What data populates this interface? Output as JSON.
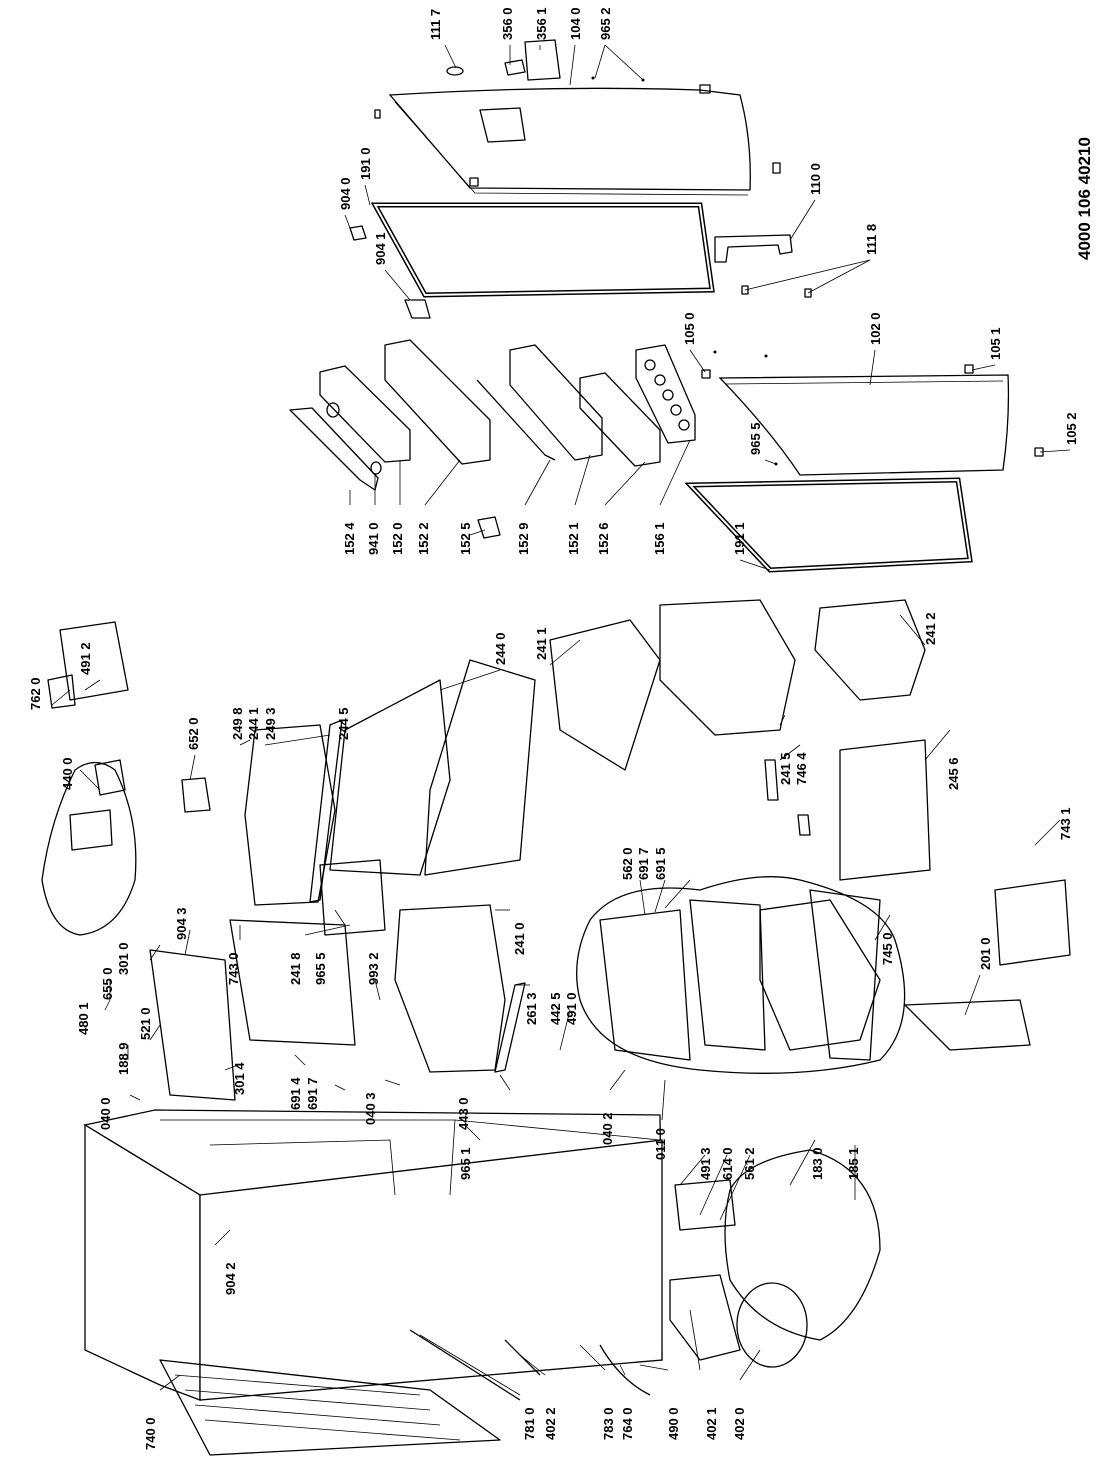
{
  "document_id": "4000 106 40210",
  "labels": {
    "l1117": "111 7",
    "l3560": "356 0",
    "l3561": "356 1",
    "l1040": "104 0",
    "l9652": "965 2",
    "l1910": "191 0",
    "l9040": "904 0",
    "l9041": "904 1",
    "l1100": "110 0",
    "l1118": "111 8",
    "l1050": "105 0",
    "l1020": "102 0",
    "l1051": "105 1",
    "l1052": "105 2",
    "l9655a": "965 5",
    "l1524": "152 4",
    "l9410": "941 0",
    "l1520": "152 0",
    "l1522": "152 2",
    "l1525": "152 5",
    "l1529": "152 9",
    "l1521": "152 1",
    "l1526": "152 6",
    "l1561": "156 1",
    "l1911": "191 1",
    "l7620": "762 0",
    "l4912": "491 2",
    "l6520": "652 0",
    "l2498": "249 8",
    "l2441": "244 1",
    "l2493": "249 3",
    "l2445": "244 5",
    "l2440": "244 0",
    "l2411": "241 1",
    "l2412": "241 2",
    "l2415": "241 5",
    "l7464": "746 4",
    "l2456": "245 6",
    "l4400": "440 0",
    "l7431": "743 1",
    "l5620": "562 0",
    "l6917a": "691 7",
    "l6915": "691 5",
    "l7450": "745  0",
    "l2410": "241 0",
    "l2418": "241 8",
    "l9655b": "965 5",
    "l9043": "904 3",
    "l7430": "743 0",
    "l9932": "993 2",
    "l2613": "261 3",
    "l4425": "442 5",
    "l4910": "491 0",
    "l2010": "201 0",
    "l4801": "480 1",
    "l6550": "655 0",
    "l3010": "301 0",
    "l1889": "188 9",
    "l5210": "521 0",
    "l3014": "301 4",
    "l6914": "691 4",
    "l6917b": "691 7",
    "l0403": "040 3",
    "l4430": "443 0",
    "l0402": "040 2",
    "l0110": "011 0",
    "l0400": "040 0",
    "l9651": "965 1",
    "l4913": "491 3",
    "l6140": "614 0",
    "l5612": "561 2",
    "l1830": "183 0",
    "l1851": "185 1",
    "l9042": "904 2",
    "l7400": "740 0",
    "l7810": "781 0",
    "l4022": "402 2",
    "l7830": "783 0",
    "l7640": "764 0",
    "l4900": "490 0",
    "l4021": "402 1",
    "l4020": "402 0"
  }
}
